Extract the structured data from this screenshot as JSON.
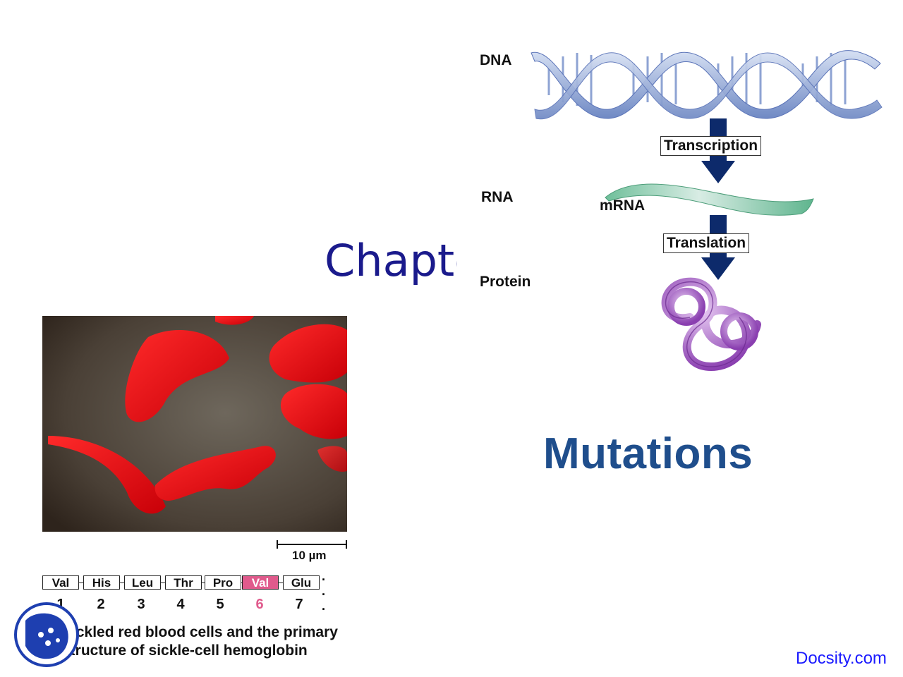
{
  "slide": {
    "chapter_title": "Chapter",
    "main_title": "Mutations"
  },
  "dogma": {
    "dna_label": "DNA",
    "rna_label": "RNA",
    "protein_label": "Protein",
    "mrna_label": "mRNA",
    "transcription_label": "Transcription",
    "translation_label": "Translation",
    "arrow_color": "#0d2a6b",
    "helix_color": "#8aa4d8"
  },
  "figure": {
    "scale_label": "10 µm",
    "amino_acids": [
      {
        "name": "Val",
        "number": "1",
        "highlight": false
      },
      {
        "name": "His",
        "number": "2",
        "highlight": false
      },
      {
        "name": "Leu",
        "number": "3",
        "highlight": false
      },
      {
        "name": "Thr",
        "number": "4",
        "highlight": false
      },
      {
        "name": "Pro",
        "number": "5",
        "highlight": false
      },
      {
        "name": "Val",
        "number": "6",
        "highlight": true
      },
      {
        "name": "Glu",
        "number": "7",
        "highlight": false
      }
    ],
    "ellipsis": "· · ·",
    "caption_line1": "Sickled red blood cells and the primary",
    "caption_line2": "structure of sickle-cell hemoglobin",
    "highlight_color": "#e05a8c"
  },
  "footer": {
    "site_link": "Docsity.com"
  }
}
